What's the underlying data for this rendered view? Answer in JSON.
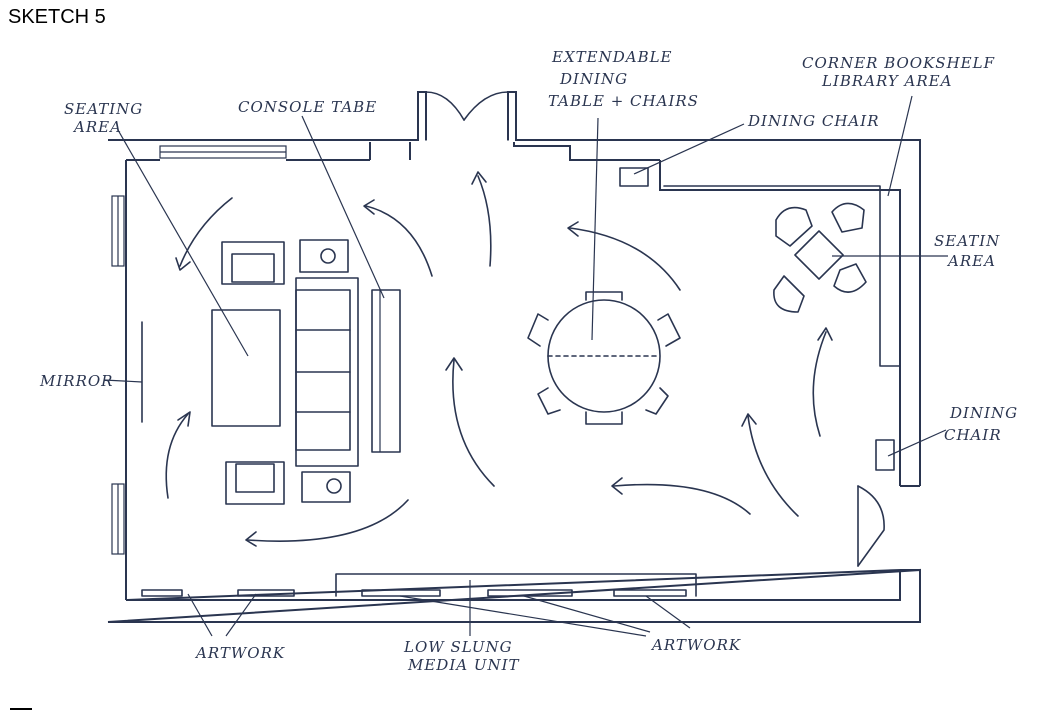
{
  "title": "SKETCH 5",
  "labels": {
    "seating_area_left": [
      "SEATING",
      "AREA"
    ],
    "console_table": "CONSOLE TABE",
    "extendable_dining": [
      "EXTENDABLE",
      "DINING",
      "TABLE + CHAIRS"
    ],
    "dining_chair_top": "DINING CHAIR",
    "corner_bookshelf": [
      "CORNER BOOKSHELF",
      "LIBRARY AREA"
    ],
    "seating_area_right": [
      "SEATIN",
      "AREA"
    ],
    "mirror": "MIRROR",
    "dining_chair_right": [
      "DINING",
      "CHAIR"
    ],
    "artwork_left": "ARTWORK",
    "low_slung_media": [
      "LOW SLUNG",
      "MEDIA UNIT"
    ],
    "artwork_right": "ARTWORK"
  },
  "colors": {
    "ink": "#2a3550",
    "background": "#ffffff"
  }
}
